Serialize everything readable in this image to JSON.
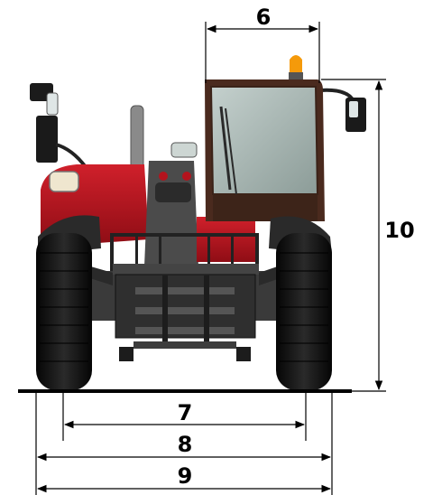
{
  "dimension_labels": {
    "cab_width": "6",
    "track_inner": "7",
    "track_outer": "8",
    "overall_width": "9",
    "cab_height": "10"
  },
  "colors": {
    "body_red": "#b3131d",
    "cab_brown": "#4a2a1e",
    "glass": "#a9b7b4",
    "tyre": "#121212",
    "beacon": "#f59a0a",
    "frame_dark": "#3a3a3a",
    "dimension_line": "#000000"
  }
}
